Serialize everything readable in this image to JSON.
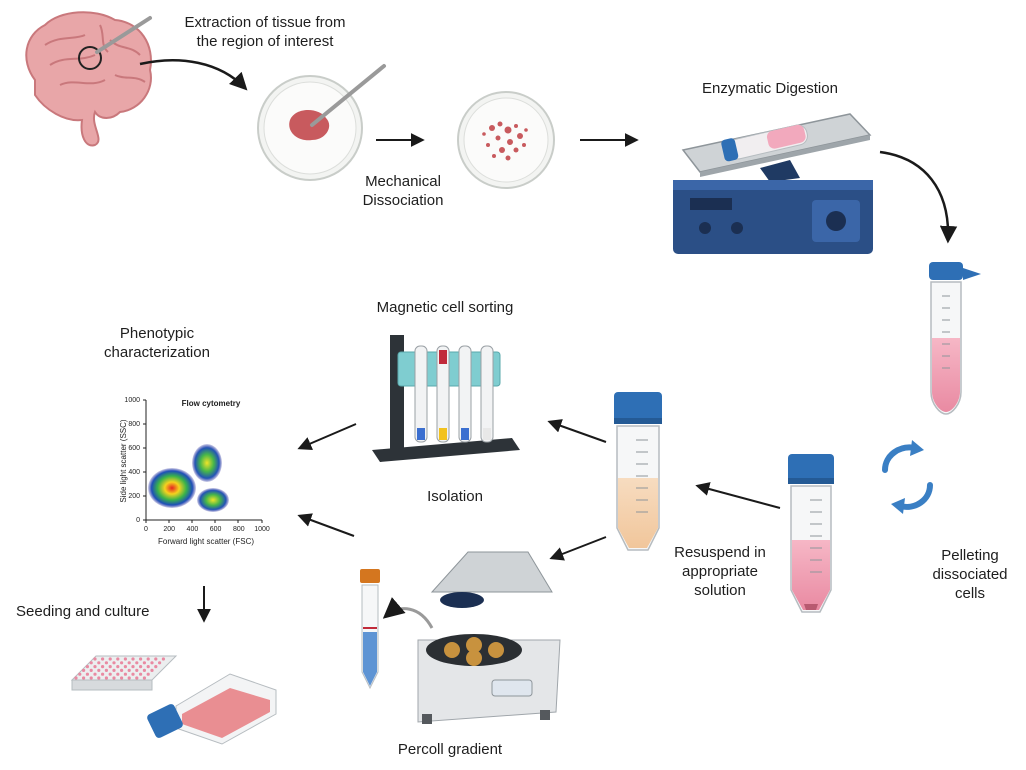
{
  "steps": {
    "extraction": {
      "line1": "Extraction of tissue from",
      "line2": "the region of interest"
    },
    "mechanical": {
      "line1": "Mechanical",
      "line2": "Dissociation"
    },
    "enzymatic": {
      "label": "Enzymatic Digestion"
    },
    "pelleting": {
      "line1": "Pelleting",
      "line2": "dissociated",
      "line3": "cells"
    },
    "resuspend": {
      "line1": "Resuspend in",
      "line2": "appropriate",
      "line3": "solution"
    },
    "magnetic": {
      "label": "Magnetic cell sorting"
    },
    "isolation": {
      "label": "Isolation"
    },
    "percoll": {
      "label": "Percoll gradient"
    },
    "phenotypic": {
      "line1": "Phenotypic",
      "line2": "characterization"
    },
    "seeding": {
      "label": "Seeding and culture"
    }
  },
  "flow_plot": {
    "title": "Flow cytometry",
    "xlabel": "Forward light scatter (FSC)",
    "ylabel": "Side light scatter (SSC)",
    "x_ticks": [
      "0",
      "200",
      "400",
      "600",
      "800",
      "1000"
    ],
    "y_ticks": [
      "0",
      "200",
      "400",
      "600",
      "800",
      "1000"
    ]
  },
  "colors": {
    "arrow": "#1a1a1a",
    "tube_cap": "#2e6fb5",
    "tissue": "#c85a5e",
    "instrument_blue": "#2b4f86"
  }
}
